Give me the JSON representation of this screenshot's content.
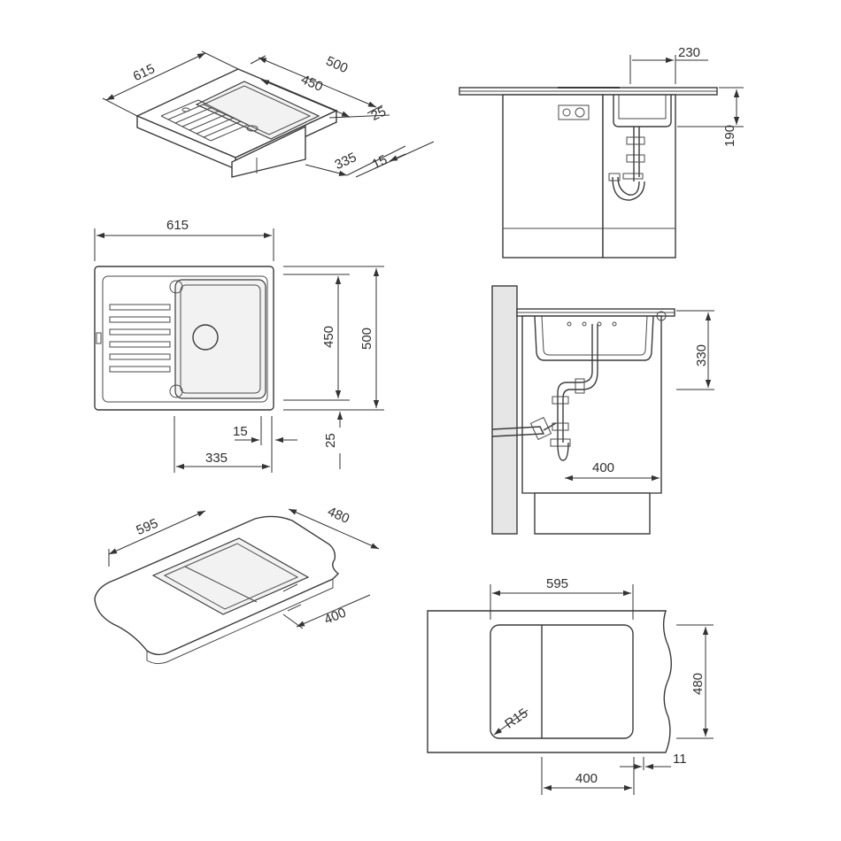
{
  "iso_top": {
    "width_615": "615",
    "depth_500": "500",
    "bowl_450": "450",
    "offset_25": "25",
    "cab_335": "335",
    "gap_15": "15"
  },
  "plan": {
    "width_615": "615",
    "bowl_450": "450",
    "depth_500": "500",
    "gap_15": "15",
    "offset_25": "25",
    "cab_335": "335"
  },
  "iso_cutout": {
    "width_595": "595",
    "depth_480": "480",
    "offset_400": "400"
  },
  "elev_front": {
    "width_230": "230",
    "height_190": "190"
  },
  "elev_side": {
    "height_330": "330",
    "width_400": "400"
  },
  "cutout_plan": {
    "width_595": "595",
    "depth_480": "480",
    "radius": "R15",
    "offset_11": "11",
    "offset_400": "400"
  }
}
